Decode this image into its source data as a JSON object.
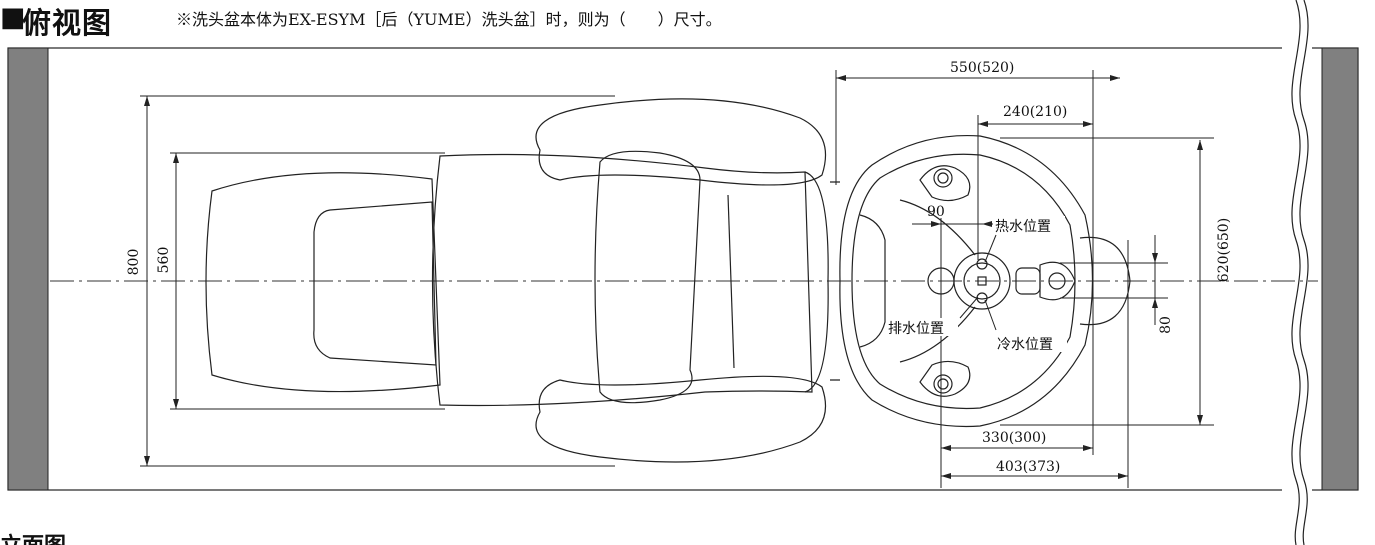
{
  "header": {
    "square_mark": "■",
    "view_title": "俯视图",
    "note": "※洗头盆本体为EX-ESYM［后（YUME）洗头盆］时，则为（　　）尺寸。"
  },
  "dimensions": {
    "d550": "550(520)",
    "d240": "240(210)",
    "d620": "620(650)",
    "d800": "800",
    "d560": "560",
    "d90": "90",
    "d80": "80",
    "d330": "330(300)",
    "d403": "403(373)"
  },
  "labels": {
    "hot_water": "热水位置",
    "cold_water": "冷水位置",
    "drain": "排水位置"
  },
  "footer": {
    "next_view_title": "立面图"
  }
}
